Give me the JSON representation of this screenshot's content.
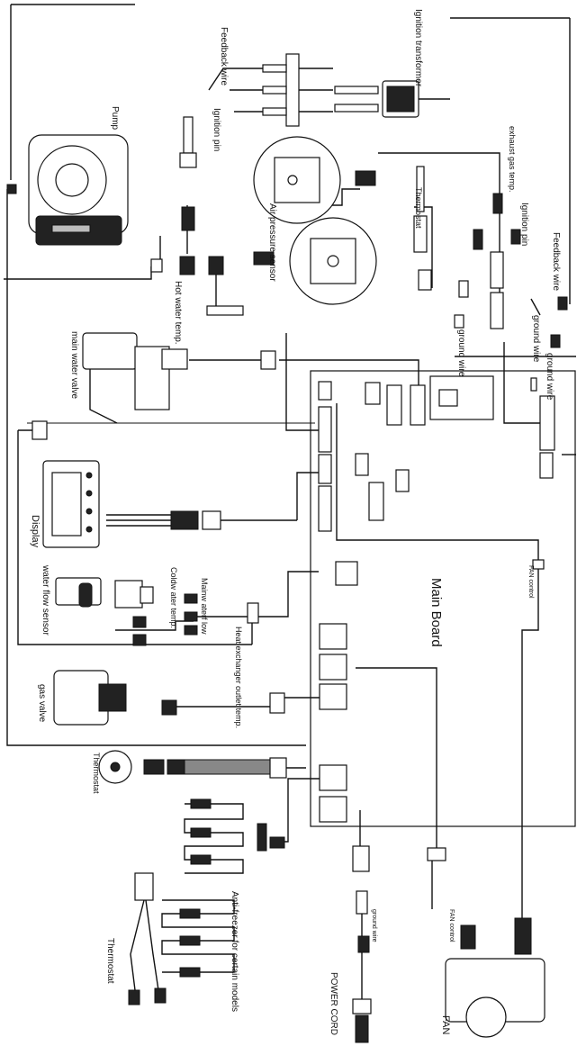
{
  "labels": {
    "ignition_transformer": "Ignition transformer",
    "feedback_wire_top": "Feedback wire",
    "ignition_pin_top": "Ignition pin",
    "pump": "Pump",
    "exhaust_gas_temp": "exhaust gas temp.",
    "ignition_pin_right": "Ignition pin",
    "feedback_wire_right": "Feedback wire",
    "thermostat_top": "Thermostat",
    "air_pressure_sensor": "Air pressure sensor",
    "hot_water_temp": "Hot water temp.",
    "ground_wire_a": "ground wire",
    "ground_wire_b": "ground wire",
    "ground_wire_c": "ground wire",
    "main_water_valve": "main water valve",
    "display": "Display",
    "water_flow_sensor": "water flow sensor",
    "cold_water_temp": "Coldw ater temp.",
    "main_water_flow": "Mainw aterf low",
    "heat_exchanger_outlet_temp": "Heat exchanger outlet temp.",
    "main_board": "Main Board",
    "fan_control_top": "FAN control",
    "gas_valve": "gas valve",
    "thermostat_mid": "Thermostat",
    "anti_freezer": "Anti-freezer for certain models",
    "thermostat_bottom": "Thermostat",
    "power_cord": "POWER CORD",
    "ground_wire_cord": "ground wire",
    "fan_control_bottom": "FAN control",
    "fan": "FAN"
  }
}
